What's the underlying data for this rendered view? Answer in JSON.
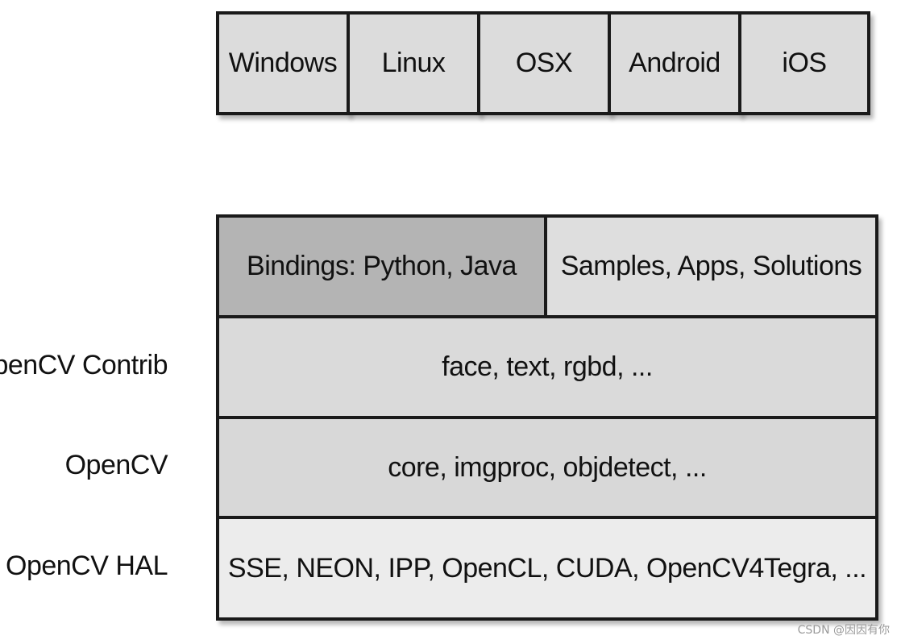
{
  "platforms": [
    {
      "label": "Windows"
    },
    {
      "label": "Linux"
    },
    {
      "label": "OSX"
    },
    {
      "label": "Android"
    },
    {
      "label": "iOS"
    }
  ],
  "stack": {
    "bindings": "Bindings: Python, Java",
    "samples": "Samples, Apps, Solutions",
    "contrib_modules": "face, text, rgbd, ...",
    "opencv_modules": "core, imgproc, objdetect, ...",
    "hal_modules": "SSE, NEON, IPP, OpenCL, CUDA, OpenCV4Tegra, ..."
  },
  "layer_labels": {
    "contrib": "OpenCV Contrib",
    "opencv": "OpenCV",
    "hal": "OpenCV HAL"
  },
  "colors": {
    "platform_fill": "#dcdcdc",
    "bindings_fill": "#b4b4b4",
    "samples_fill": "#dedede",
    "contrib_fill": "#dadada",
    "opencv_fill": "#d8d8d8",
    "hal_fill": "#ececec",
    "border": "#1a1a1a"
  },
  "watermark": "CSDN @因因有你"
}
